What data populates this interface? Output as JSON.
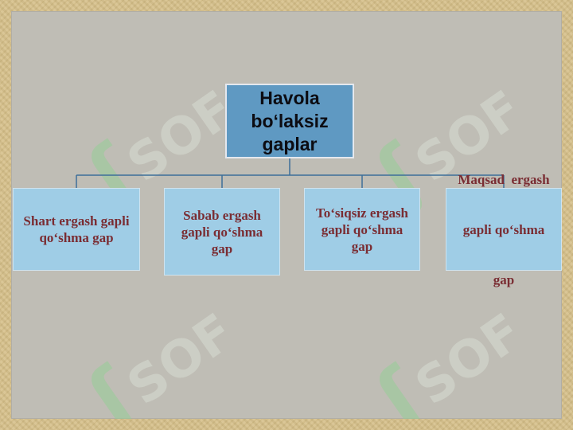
{
  "diagram": {
    "root": {
      "label_lines": [
        "Havola",
        "bo‘laksiz",
        "gaplar"
      ]
    },
    "children": [
      {
        "lines": [
          "Shart ergash gapli",
          "qo‘shma gap"
        ]
      },
      {
        "lines": [
          "Sabab ergash",
          "gapli qo‘shma",
          "gap"
        ]
      },
      {
        "lines": [
          "To‘siqsiz ergash",
          "gapli qo‘shma",
          "gap"
        ]
      },
      {
        "lines": [
          "Maqsad  ergash",
          "gapli qo‘shma",
          "gap"
        ]
      }
    ],
    "colors": {
      "root_fill": "#5f99c2",
      "child_fill": "#9fcde6",
      "child_text": "#7a2d33",
      "connector": "#3d6f99",
      "panel": "#bfbdb5",
      "frame": "#d6c08a"
    }
  },
  "watermark": {
    "glyph": "ʃ",
    "text": "SOF"
  }
}
